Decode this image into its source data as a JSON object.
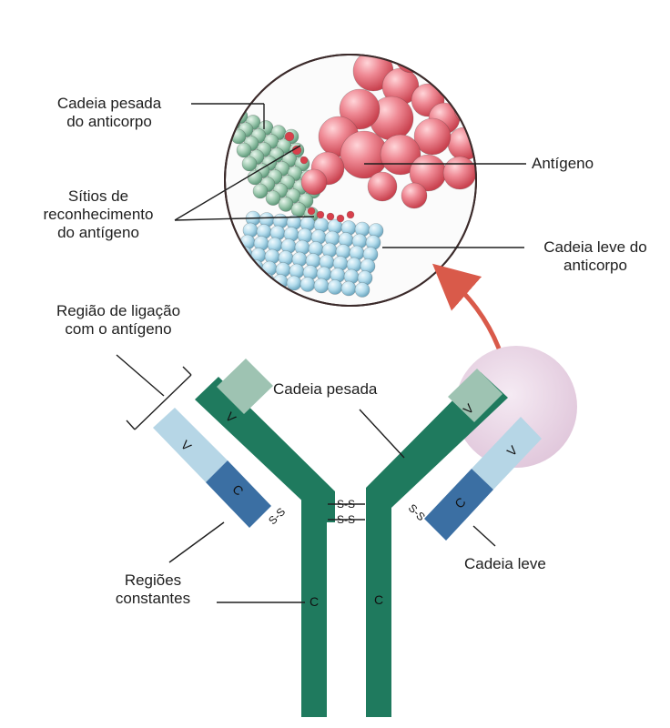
{
  "labels": {
    "heavy_chain_antibody": [
      "Cadeia pesada",
      "do anticorpo"
    ],
    "antigen": "Antígeno",
    "recognition_sites": [
      "Sítios de",
      "reconhecimento",
      "do antígeno"
    ],
    "light_chain_antibody": [
      "Cadeia leve do",
      "anticorpo"
    ],
    "binding_region": [
      "Região de ligação",
      "com o antígeno"
    ],
    "heavy_chain": "Cadeia pesada",
    "light_chain": "Cadeia leve",
    "constant_regions": [
      "Regiões",
      "constantes"
    ]
  },
  "segment_letters": {
    "variable": "V",
    "constant": "C"
  },
  "disulfide_bond": "S-S",
  "colors": {
    "heavy_constant": "#1f7a5e",
    "heavy_variable": "#9ec3b2",
    "light_variable": "#b6d6e6",
    "light_constant": "#3b6fa3",
    "antigen": "#e86a78",
    "heavy_spheres": "#8fc4a6",
    "light_spheres": "#a8d8e8",
    "magnifier_bubble": "#ead7e6",
    "arrow": "#d95a4a"
  }
}
